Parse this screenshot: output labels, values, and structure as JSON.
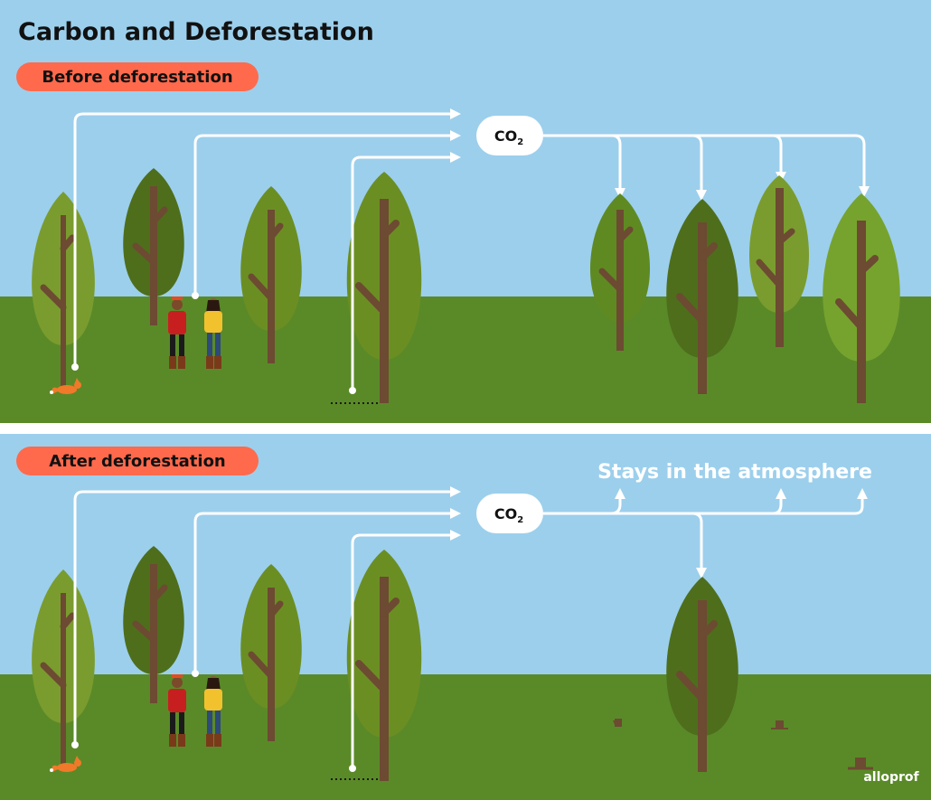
{
  "title": "Carbon and Deforestation",
  "before": {
    "label": "Before deforestation",
    "co2": "CO",
    "co2_sub": "2"
  },
  "after": {
    "label": "After deforestation",
    "co2": "CO",
    "co2_sub": "2",
    "atmosphere_note": "Stays in the atmosphere"
  },
  "brand": "alloprof",
  "colors": {
    "sky": "#9ccfec",
    "ground": "#5a8a28",
    "pill": "#ff6a4d",
    "trunk": "#6d4a32",
    "arrow": "#ffffff",
    "leaf_light": "#7a9c2e",
    "leaf_mid": "#6b8e23",
    "leaf_dark": "#4e6e1c",
    "leaf_bright": "#76a32e"
  },
  "icons": [
    "fox-icon",
    "person-icon",
    "tree-stump-icon",
    "arrow-icon"
  ]
}
